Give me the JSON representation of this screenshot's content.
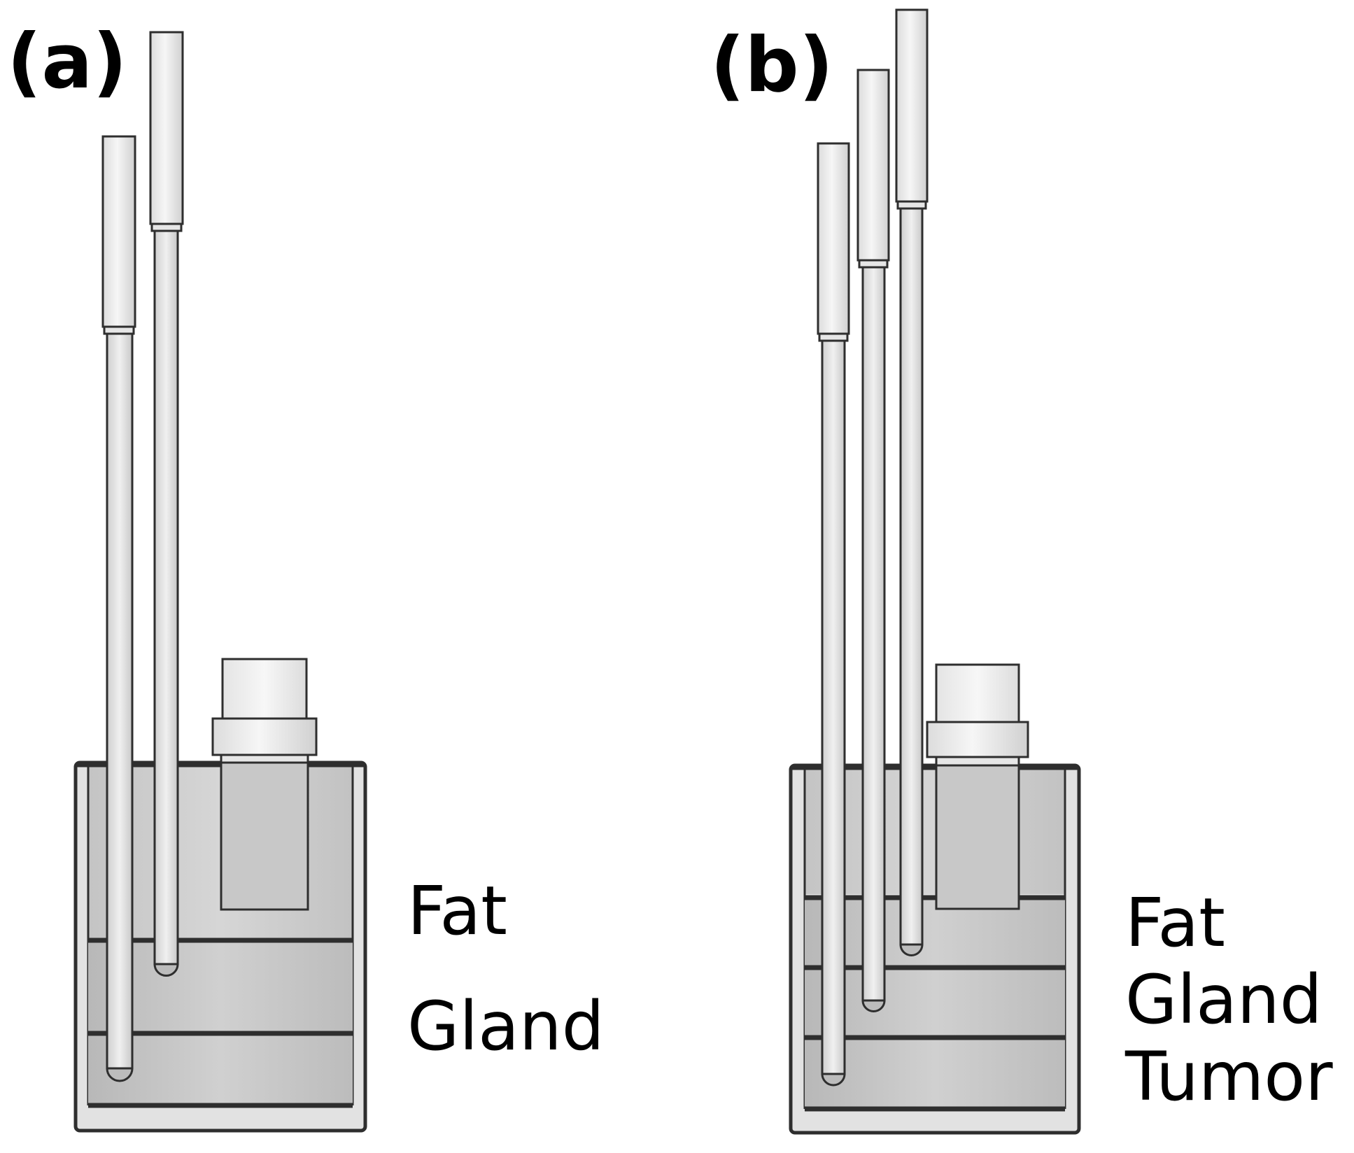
{
  "panels": [
    {
      "id": "a",
      "label": "(a)",
      "layers": [
        "Fat",
        "Gland"
      ]
    },
    {
      "id": "b",
      "label": "(b)",
      "layers": [
        "Fat",
        "Gland",
        "Tumor"
      ]
    }
  ],
  "colors": {
    "line": "#2e2e2e",
    "container_fill": "#c4c4c4",
    "probe_light": "#f3f3f3",
    "probe_mid": "#d2d2d2",
    "background": "#ffffff"
  }
}
